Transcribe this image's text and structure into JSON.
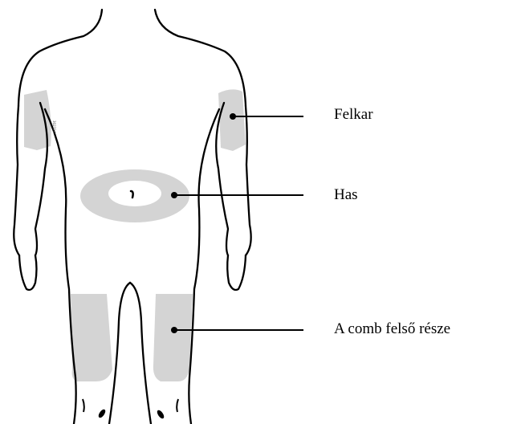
{
  "labels": {
    "upper_arm": "Felkar",
    "abdomen": "Has",
    "thigh": "A comb felső része"
  },
  "colors": {
    "outline": "#000000",
    "injection_area": "#d4d4d4",
    "background": "#ffffff"
  },
  "tiny_mark": "302324"
}
